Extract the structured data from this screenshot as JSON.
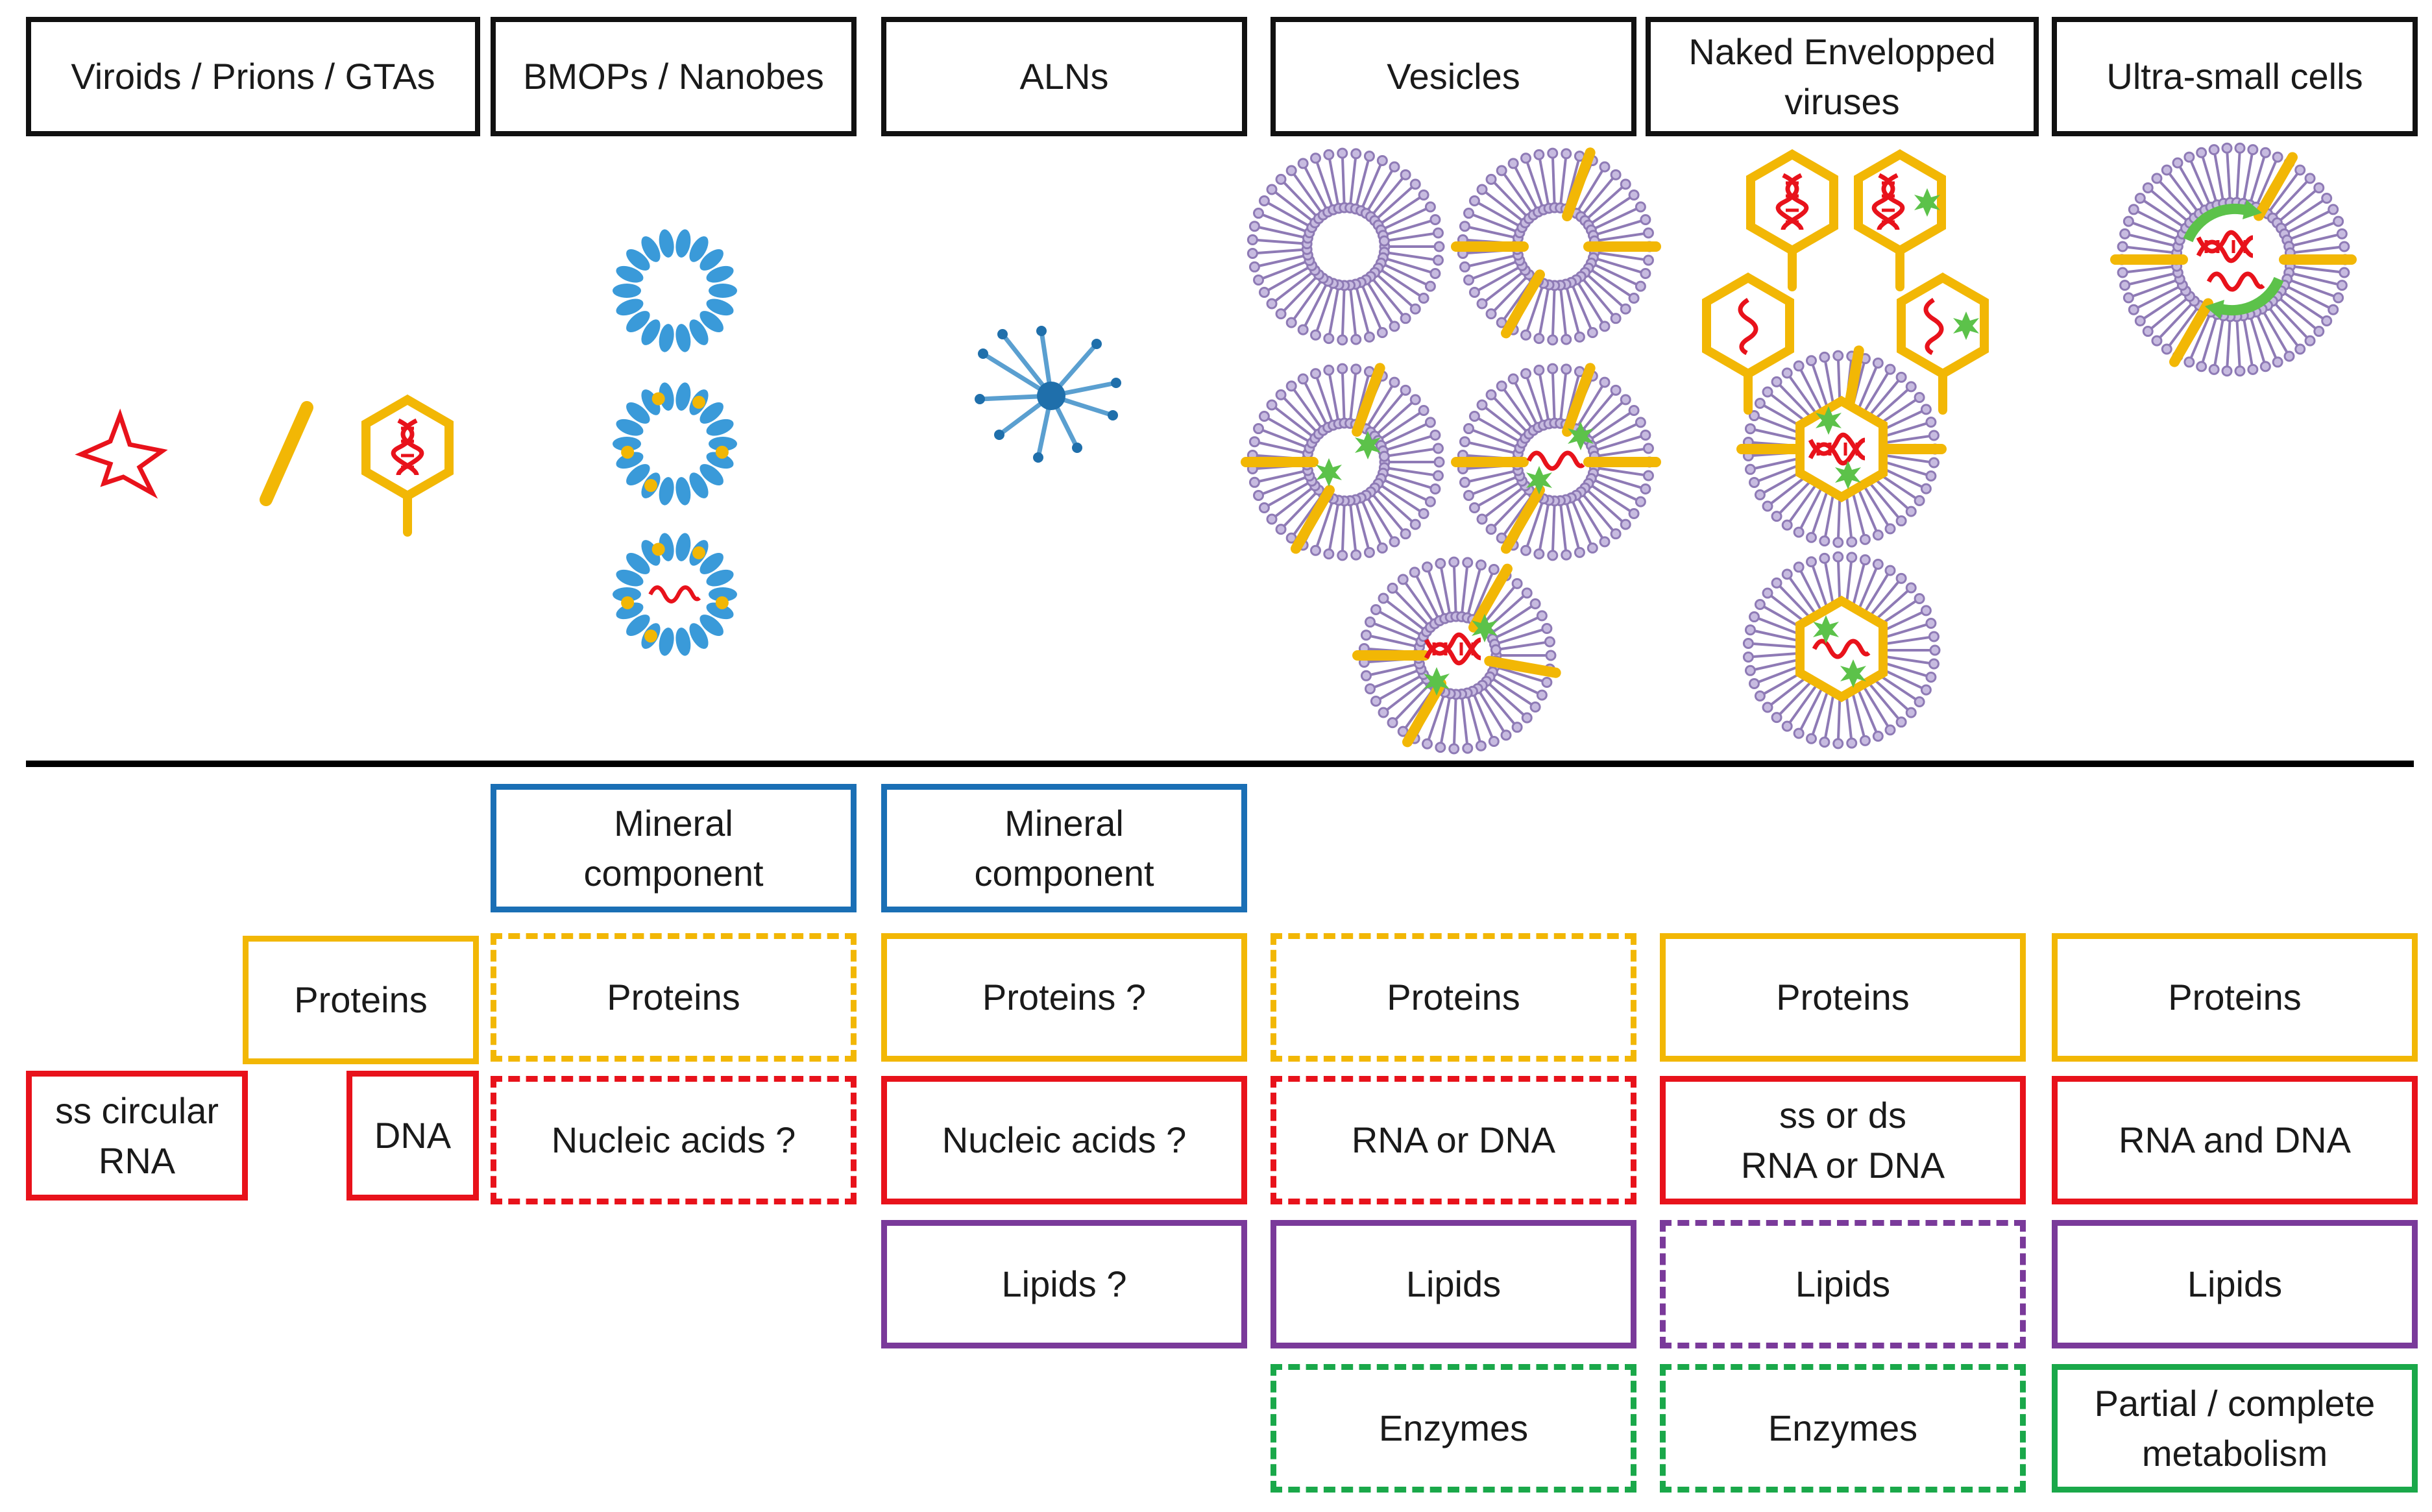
{
  "headers": {
    "viroids": "Viroids / Prions / GTAs",
    "bmops": "BMOPs / Nanobes",
    "alns": "ALNs",
    "vesicles": "Vesicles",
    "viruses": "Naked Envelopped\nviruses",
    "cells": "Ultra-small cells"
  },
  "components": {
    "mineral_bmops": "Mineral\ncomponent",
    "mineral_alns": "Mineral\ncomponent",
    "proteins_prions": "Proteins",
    "proteins_bmops": "Proteins",
    "proteins_alns": "Proteins ?",
    "proteins_vesicles": "Proteins",
    "proteins_viruses": "Proteins",
    "proteins_cells": "Proteins",
    "rna_viroids": "ss circular\nRNA",
    "dna_gtas": "DNA",
    "nucleic_bmops": "Nucleic acids ?",
    "nucleic_alns": "Nucleic acids ?",
    "nucleic_vesicles": "RNA or DNA",
    "nucleic_viruses": "ss or ds\nRNA or DNA",
    "nucleic_cells": "RNA and DNA",
    "lipids_alns": "Lipids ?",
    "lipids_vesicles": "Lipids",
    "lipids_viruses": "Lipids",
    "lipids_cells": "Lipids",
    "enzymes_vesicles": "Enzymes",
    "enzymes_viruses": "Enzymes",
    "metabolism_cells": "Partial / complete\nmetabolism"
  },
  "colors": {
    "mineral": "#1a6fb5",
    "proteins": "#f2b705",
    "nucleic_acids": "#e8121b",
    "lipids": "#7a3a9a",
    "enzymes": "#1aa84a",
    "membrane": "#8e7ab5",
    "mineral_particle": "#3a9ad9"
  }
}
